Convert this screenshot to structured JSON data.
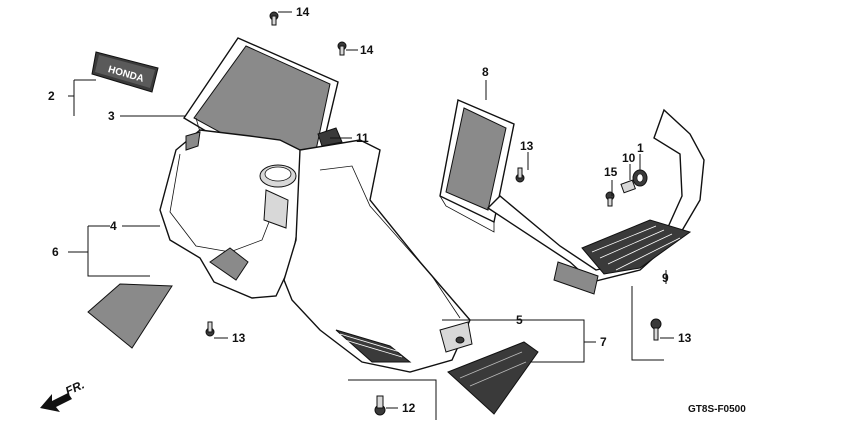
{
  "callouts": {
    "c1": "1",
    "c2": "2",
    "c3": "3",
    "c4": "4",
    "c5": "5",
    "c6": "6",
    "c7": "7",
    "c8": "8",
    "c9": "9",
    "c10": "10",
    "c11": "11",
    "c12": "12",
    "c13a": "13",
    "c13b": "13",
    "c13c": "13",
    "c14a": "14",
    "c14b": "14",
    "c15": "15"
  },
  "emblem_text": "HONDA",
  "direction_label": "FR.",
  "diagram_code": "GT8S-F0500"
}
